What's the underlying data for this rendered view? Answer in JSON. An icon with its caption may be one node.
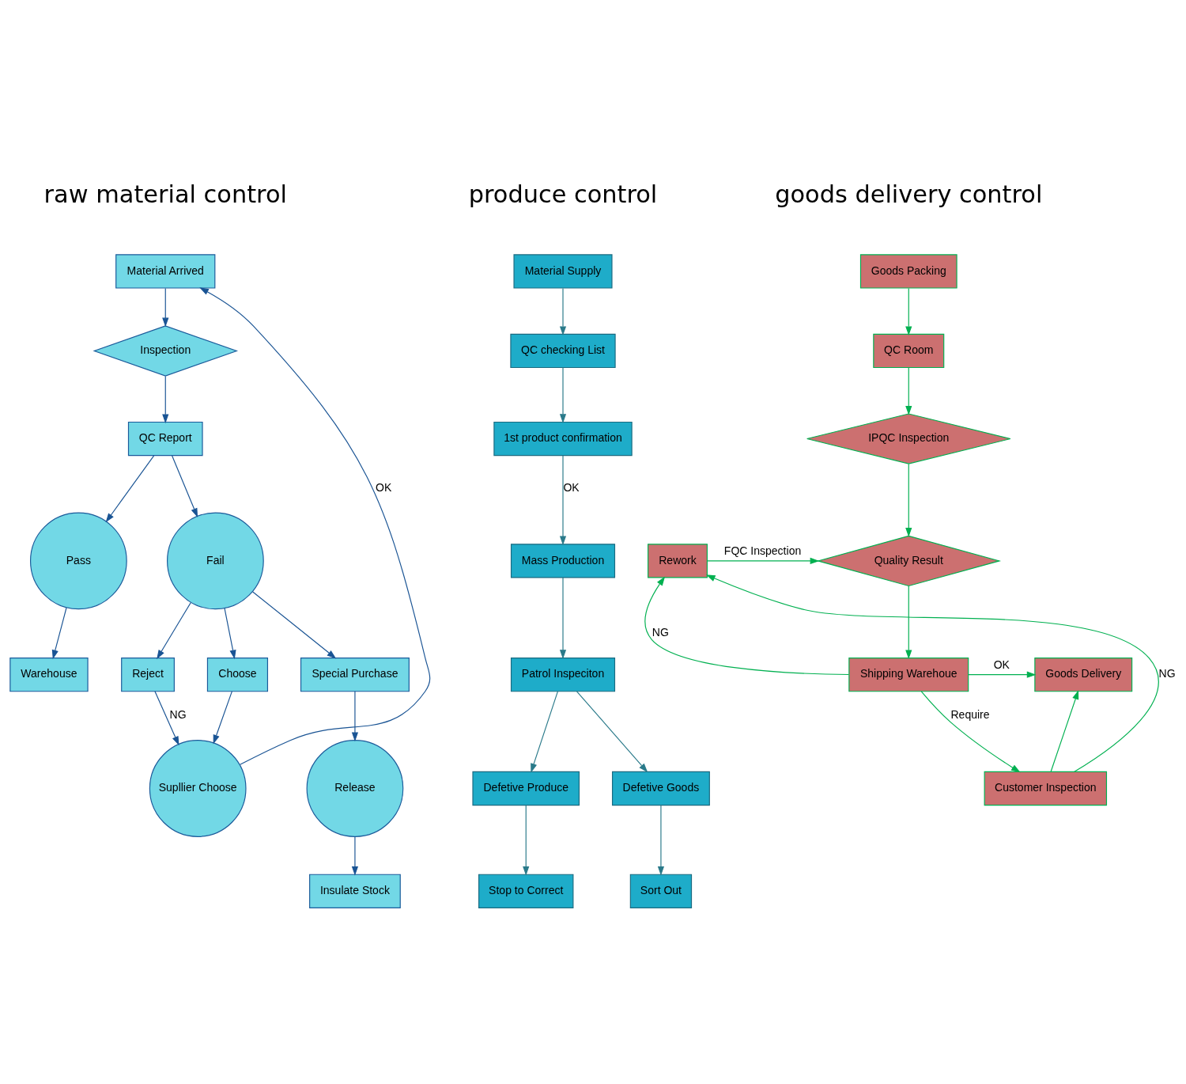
{
  "diagram": {
    "nodes": [
      {
        "text": [
          "Material Arrived"
        ]
      },
      {
        "text": [
          "Inspection"
        ]
      },
      {
        "text": [
          "QC Report"
        ]
      },
      {
        "text": [
          "Pass"
        ]
      },
      {
        "text": [
          "Fail"
        ]
      },
      {
        "text": [
          "Warehouse"
        ]
      },
      {
        "text": [
          "Reject"
        ]
      },
      {
        "text": [
          "Choose"
        ]
      },
      {
        "text": [
          "Special Purchase"
        ]
      },
      {
        "text": [
          "Supllier Choose"
        ]
      },
      {
        "text": [
          "Release"
        ]
      },
      {
        "text": [
          "Insulate Stock"
        ]
      },
      {
        "text": [
          "Material Supply"
        ]
      },
      {
        "text": [
          "QC checking List"
        ]
      },
      {
        "text": [
          "1st product confirmation"
        ]
      },
      {
        "text": [
          "Mass Production"
        ]
      },
      {
        "text": [
          "Patrol Inspeciton"
        ]
      },
      {
        "text": [
          "Defetive Produce"
        ]
      },
      {
        "text": [
          "Defetive Goods"
        ]
      },
      {
        "text": [
          "Stop to Correct"
        ]
      },
      {
        "text": [
          "Sort Out"
        ]
      },
      {
        "text": [
          "Goods Packing"
        ]
      },
      {
        "text": [
          "QC Room"
        ]
      },
      {
        "text": [
          "IPQC Inspection"
        ]
      },
      {
        "text": [
          "Quality Result"
        ]
      },
      {
        "text": [
          "Rework"
        ]
      },
      {
        "text": [
          "Goods Delivery"
        ]
      },
      {
        "text": [
          "Shipping Warehoue"
        ]
      },
      {
        "text": [
          "Customer Inspection"
        ]
      }
    ],
    "edges": [
      {
        "from": 0,
        "to": 1,
        "arrow": "to"
      },
      {
        "from": 1,
        "to": 2,
        "arrow": "to"
      },
      {
        "from": 2,
        "to": 3,
        "arrow": "to"
      },
      {
        "from": 2,
        "to": 4,
        "arrow": "to"
      },
      {
        "from": 3,
        "to": 5,
        "arrow": "to"
      },
      {
        "from": 4,
        "to": 6,
        "arrow": "to"
      },
      {
        "from": 4,
        "to": 7,
        "arrow": "to"
      },
      {
        "from": 4,
        "to": 8,
        "arrow": "to"
      },
      {
        "from": 7,
        "to": 9,
        "arrow": "to"
      },
      {
        "from": 6,
        "to": 9,
        "arrow": "to",
        "label": "NG"
      },
      {
        "from": 9,
        "to": 0,
        "arrow": "to",
        "label": "OK"
      },
      {
        "from": 8,
        "to": 10,
        "arrow": "to"
      },
      {
        "from": 10,
        "to": 11,
        "arrow": "to"
      },
      {
        "from": 12,
        "to": 13,
        "arrow": "to",
        "color": "#2a7a8a"
      },
      {
        "from": 13,
        "to": 14,
        "arrow": "to",
        "color": "#2a7a8a"
      },
      {
        "from": 14,
        "to": 15,
        "arrow": "to",
        "label": "OK",
        "color": "#2a7a8a"
      },
      {
        "from": 15,
        "to": 16,
        "arrow": "to",
        "color": "#2a7a8a"
      },
      {
        "from": 16,
        "to": 17,
        "arrow": "to",
        "color": "#2a7a8a"
      },
      {
        "from": 16,
        "to": 18,
        "arrow": "to",
        "color": "#2a7a8a"
      },
      {
        "from": 17,
        "to": 19,
        "arrow": "to",
        "color": "#2a7a8a"
      },
      {
        "from": 18,
        "to": 20,
        "arrow": "to",
        "color": "#2a7a8a"
      },
      {
        "from": 21,
        "to": 22,
        "arrow": "to",
        "color": "#00b050"
      },
      {
        "from": 22,
        "to": 23,
        "arrow": "to",
        "color": "#00b050"
      },
      {
        "from": 23,
        "to": 24,
        "arrow": "to",
        "color": "#00b050"
      },
      {
        "from": 25,
        "to": 24,
        "arrow": "to",
        "label": "FQC Inspection",
        "color": "#00b050"
      },
      {
        "from": 24,
        "to": 27,
        "arrow": "to",
        "color": "#00b050"
      },
      {
        "from": 27,
        "to": 26,
        "arrow": "to",
        "label": "OK",
        "color": "#00b050"
      },
      {
        "from": 27,
        "to": 25,
        "arrow": "to",
        "label": "NG",
        "color": "#00b050"
      },
      {
        "from": 27,
        "to": 28,
        "arrow": "to",
        "label": "Require",
        "color": "#00b050"
      },
      {
        "from": 28,
        "to": 26,
        "arrow": "to",
        "color": "#00b050"
      },
      {
        "from": 28,
        "to": 25,
        "arrow": "to",
        "label": "NG",
        "color": "#00b050"
      }
    ],
    "labels": [
      "raw material control",
      "produce control",
      "goods delivery control"
    ]
  }
}
